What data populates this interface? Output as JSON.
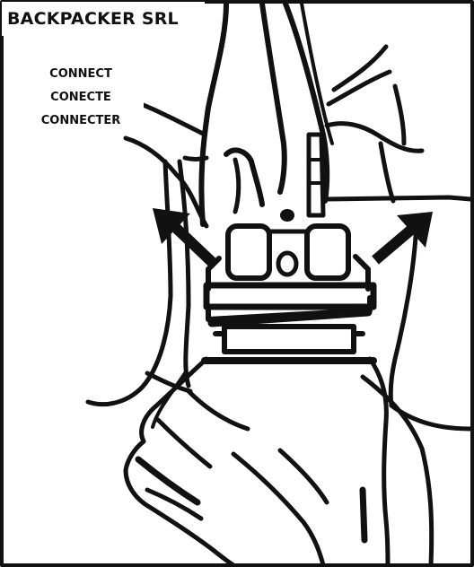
{
  "brand": {
    "company": "BACKPACKER SRL"
  },
  "instructions": {
    "lines": [
      "CONNECT",
      "CONECTE",
      "CONNECTER"
    ]
  },
  "colors": {
    "ink": "#111111",
    "paper": "#ffffff"
  },
  "icons": {
    "left_arrow": "arrow-up-left-icon",
    "right_arrow": "arrow-up-right-icon"
  }
}
